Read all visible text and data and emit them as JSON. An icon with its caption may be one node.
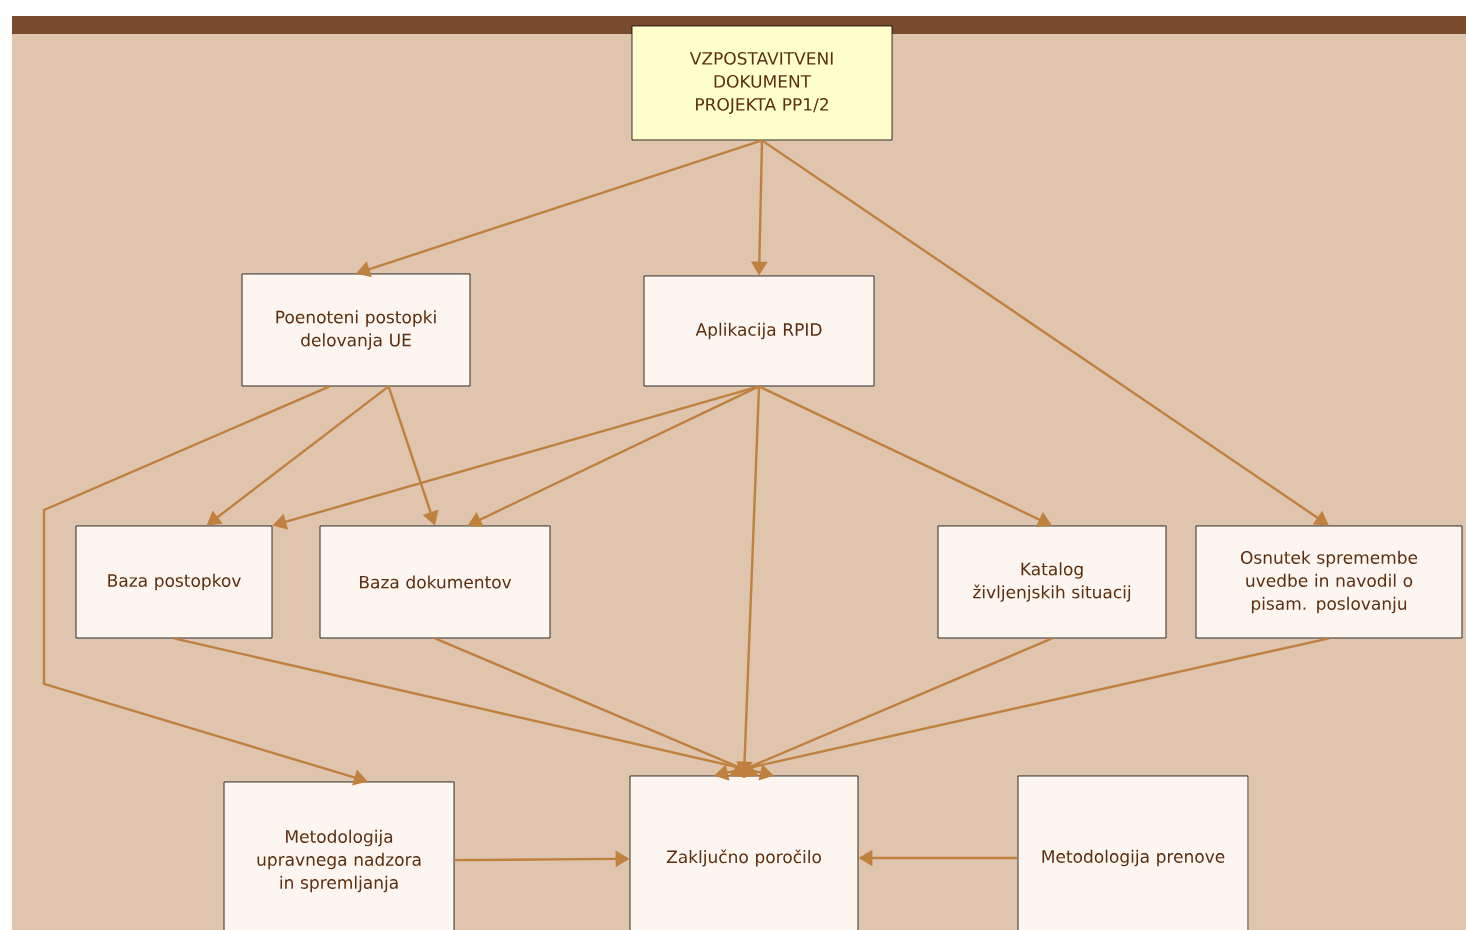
{
  "diagram": {
    "nodes": [
      {
        "text": [
          "VZPOSTAVITVENI DOKUMENT PROJEKTA PP1/2"
        ]
      },
      {
        "text": [
          "Poenoteni postopki delovanja UE"
        ]
      },
      {
        "text": [
          "Aplikacija RPID"
        ]
      },
      {
        "text": [
          "Baza postopkov"
        ]
      },
      {
        "text": [
          "Baza dokumentov"
        ]
      },
      {
        "text": [
          "Katalog življenjskih situacij"
        ]
      },
      {
        "text": [
          "Osnutek spremembe uvedbe in navodil o pisam. poslovanju"
        ]
      },
      {
        "text": [
          "Metodologija upravnega nadzora in spremljanja"
        ]
      },
      {
        "text": [
          "Zaključno poročilo"
        ]
      },
      {
        "text": [
          "Metodologija prenove"
        ]
      }
    ],
    "edges": [
      {
        "from": 0,
        "to": 1,
        "arrow": "to"
      },
      {
        "from": 0,
        "to": 2,
        "arrow": "to"
      },
      {
        "from": 0,
        "to": 6,
        "arrow": "to"
      },
      {
        "from": 1,
        "to": 3,
        "arrow": "to"
      },
      {
        "from": 1,
        "to": 4,
        "arrow": "to"
      },
      {
        "from": 1,
        "to": 7,
        "arrow": "to"
      },
      {
        "from": 2,
        "to": 3,
        "arrow": "to"
      },
      {
        "from": 2,
        "to": 4,
        "arrow": "to"
      },
      {
        "from": 2,
        "to": 5,
        "arrow": "to"
      },
      {
        "from": 2,
        "to": 8,
        "arrow": "to"
      },
      {
        "from": 3,
        "to": 8,
        "arrow": "to"
      },
      {
        "from": 4,
        "to": 8,
        "arrow": "to"
      },
      {
        "from": 5,
        "to": 8,
        "arrow": "to"
      },
      {
        "from": 6,
        "to": 8,
        "arrow": "to"
      },
      {
        "from": 7,
        "to": 8,
        "arrow": "to"
      },
      {
        "from": 9,
        "to": 8,
        "arrow": "to"
      }
    ]
  }
}
